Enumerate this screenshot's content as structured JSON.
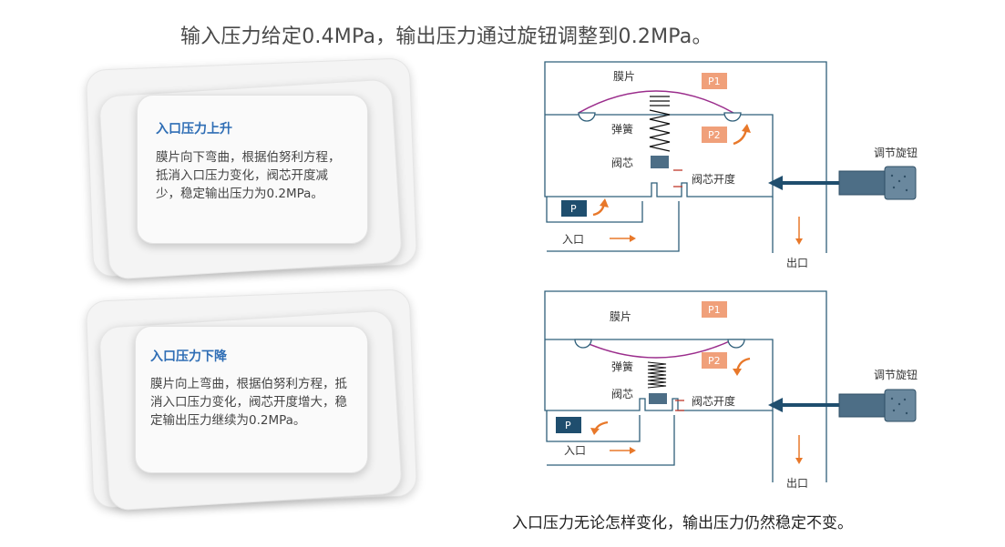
{
  "title": "输入压力给定0.4MPa，输出压力通过旋钮调整到0.2MPa。",
  "cards": [
    {
      "heading": "入口压力上升",
      "body": "膜片向下弯曲，根据伯努利方程，抵消入口压力变化，阀芯开度减少，稳定输出压力为0.2MPa。"
    },
    {
      "heading": "入口压力下降",
      "body": "膜片向上弯曲，根据伯努利方程，抵消入口压力变化，阀芯开度增大，稳定输出压力继续为0.2MPa。"
    }
  ],
  "diagrams": [
    {
      "diaphragm": "膜片",
      "p1": "P1",
      "p2": "P2",
      "spring": "弹簧",
      "valve_core": "阀芯",
      "valve_opening": "阀芯开度",
      "p": "P",
      "inlet": "入口",
      "outlet": "出口",
      "knob": "调节旋钮"
    },
    {
      "diaphragm": "膜片",
      "p1": "P1",
      "p2": "P2",
      "spring": "弹簧",
      "valve_core": "阀芯",
      "valve_opening": "阀芯开度",
      "p": "P",
      "inlet": "入口",
      "outlet": "出口",
      "knob": "调节旋钮"
    }
  ],
  "caption": "入口压力无论怎样变化，输出压力仍然稳定不变。",
  "colors": {
    "label_box": "#f0a07a",
    "p_box": "#1f4e6e",
    "arrow_orange": "#e8782a",
    "line_blue": "#2f5f7a",
    "knob_body": "#4d6e86",
    "card_title": "#2f6eb5",
    "diaphragm": "#9b2d8c"
  }
}
